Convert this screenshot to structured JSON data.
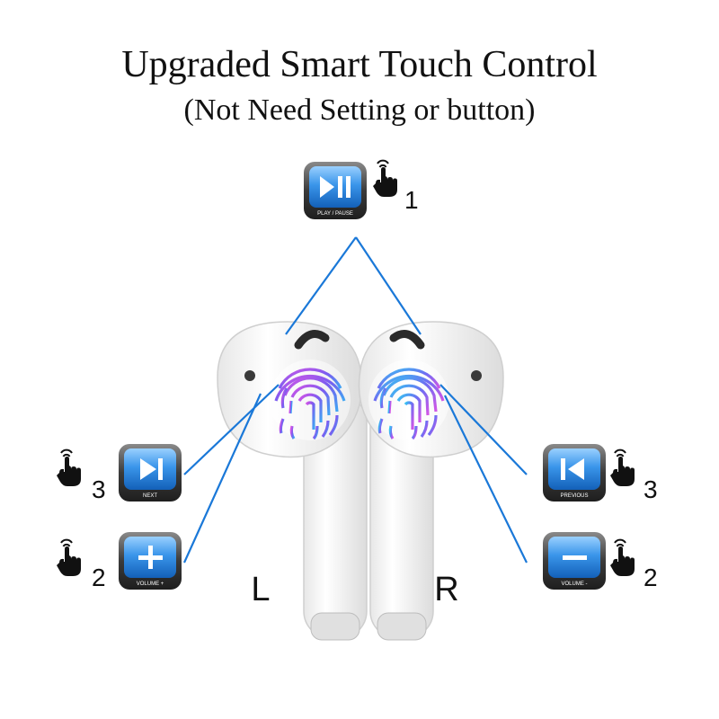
{
  "header": {
    "title": "Upgraded Smart Touch Control",
    "subtitle": "(Not Need Setting or button)"
  },
  "colors": {
    "line": "#1a78d8",
    "button_blue": "#2f8fe6",
    "button_frame": "#4a4a4a"
  },
  "controls": {
    "play_pause": {
      "label": "PLAY / PAUSE",
      "taps": "1",
      "icon": "play-pause-icon"
    },
    "next": {
      "label": "NEXT",
      "taps": "3",
      "icon": "next-icon"
    },
    "volume_up": {
      "label": "VOLUME +",
      "taps": "2",
      "icon": "plus-icon"
    },
    "previous": {
      "label": "PREVIOUS",
      "taps": "3",
      "icon": "previous-icon"
    },
    "volume_down": {
      "label": "VOLUME -",
      "taps": "2",
      "icon": "minus-icon"
    }
  },
  "earbuds": {
    "left_label": "L",
    "right_label": "R",
    "sensor_icon": "fingerprint-icon"
  }
}
